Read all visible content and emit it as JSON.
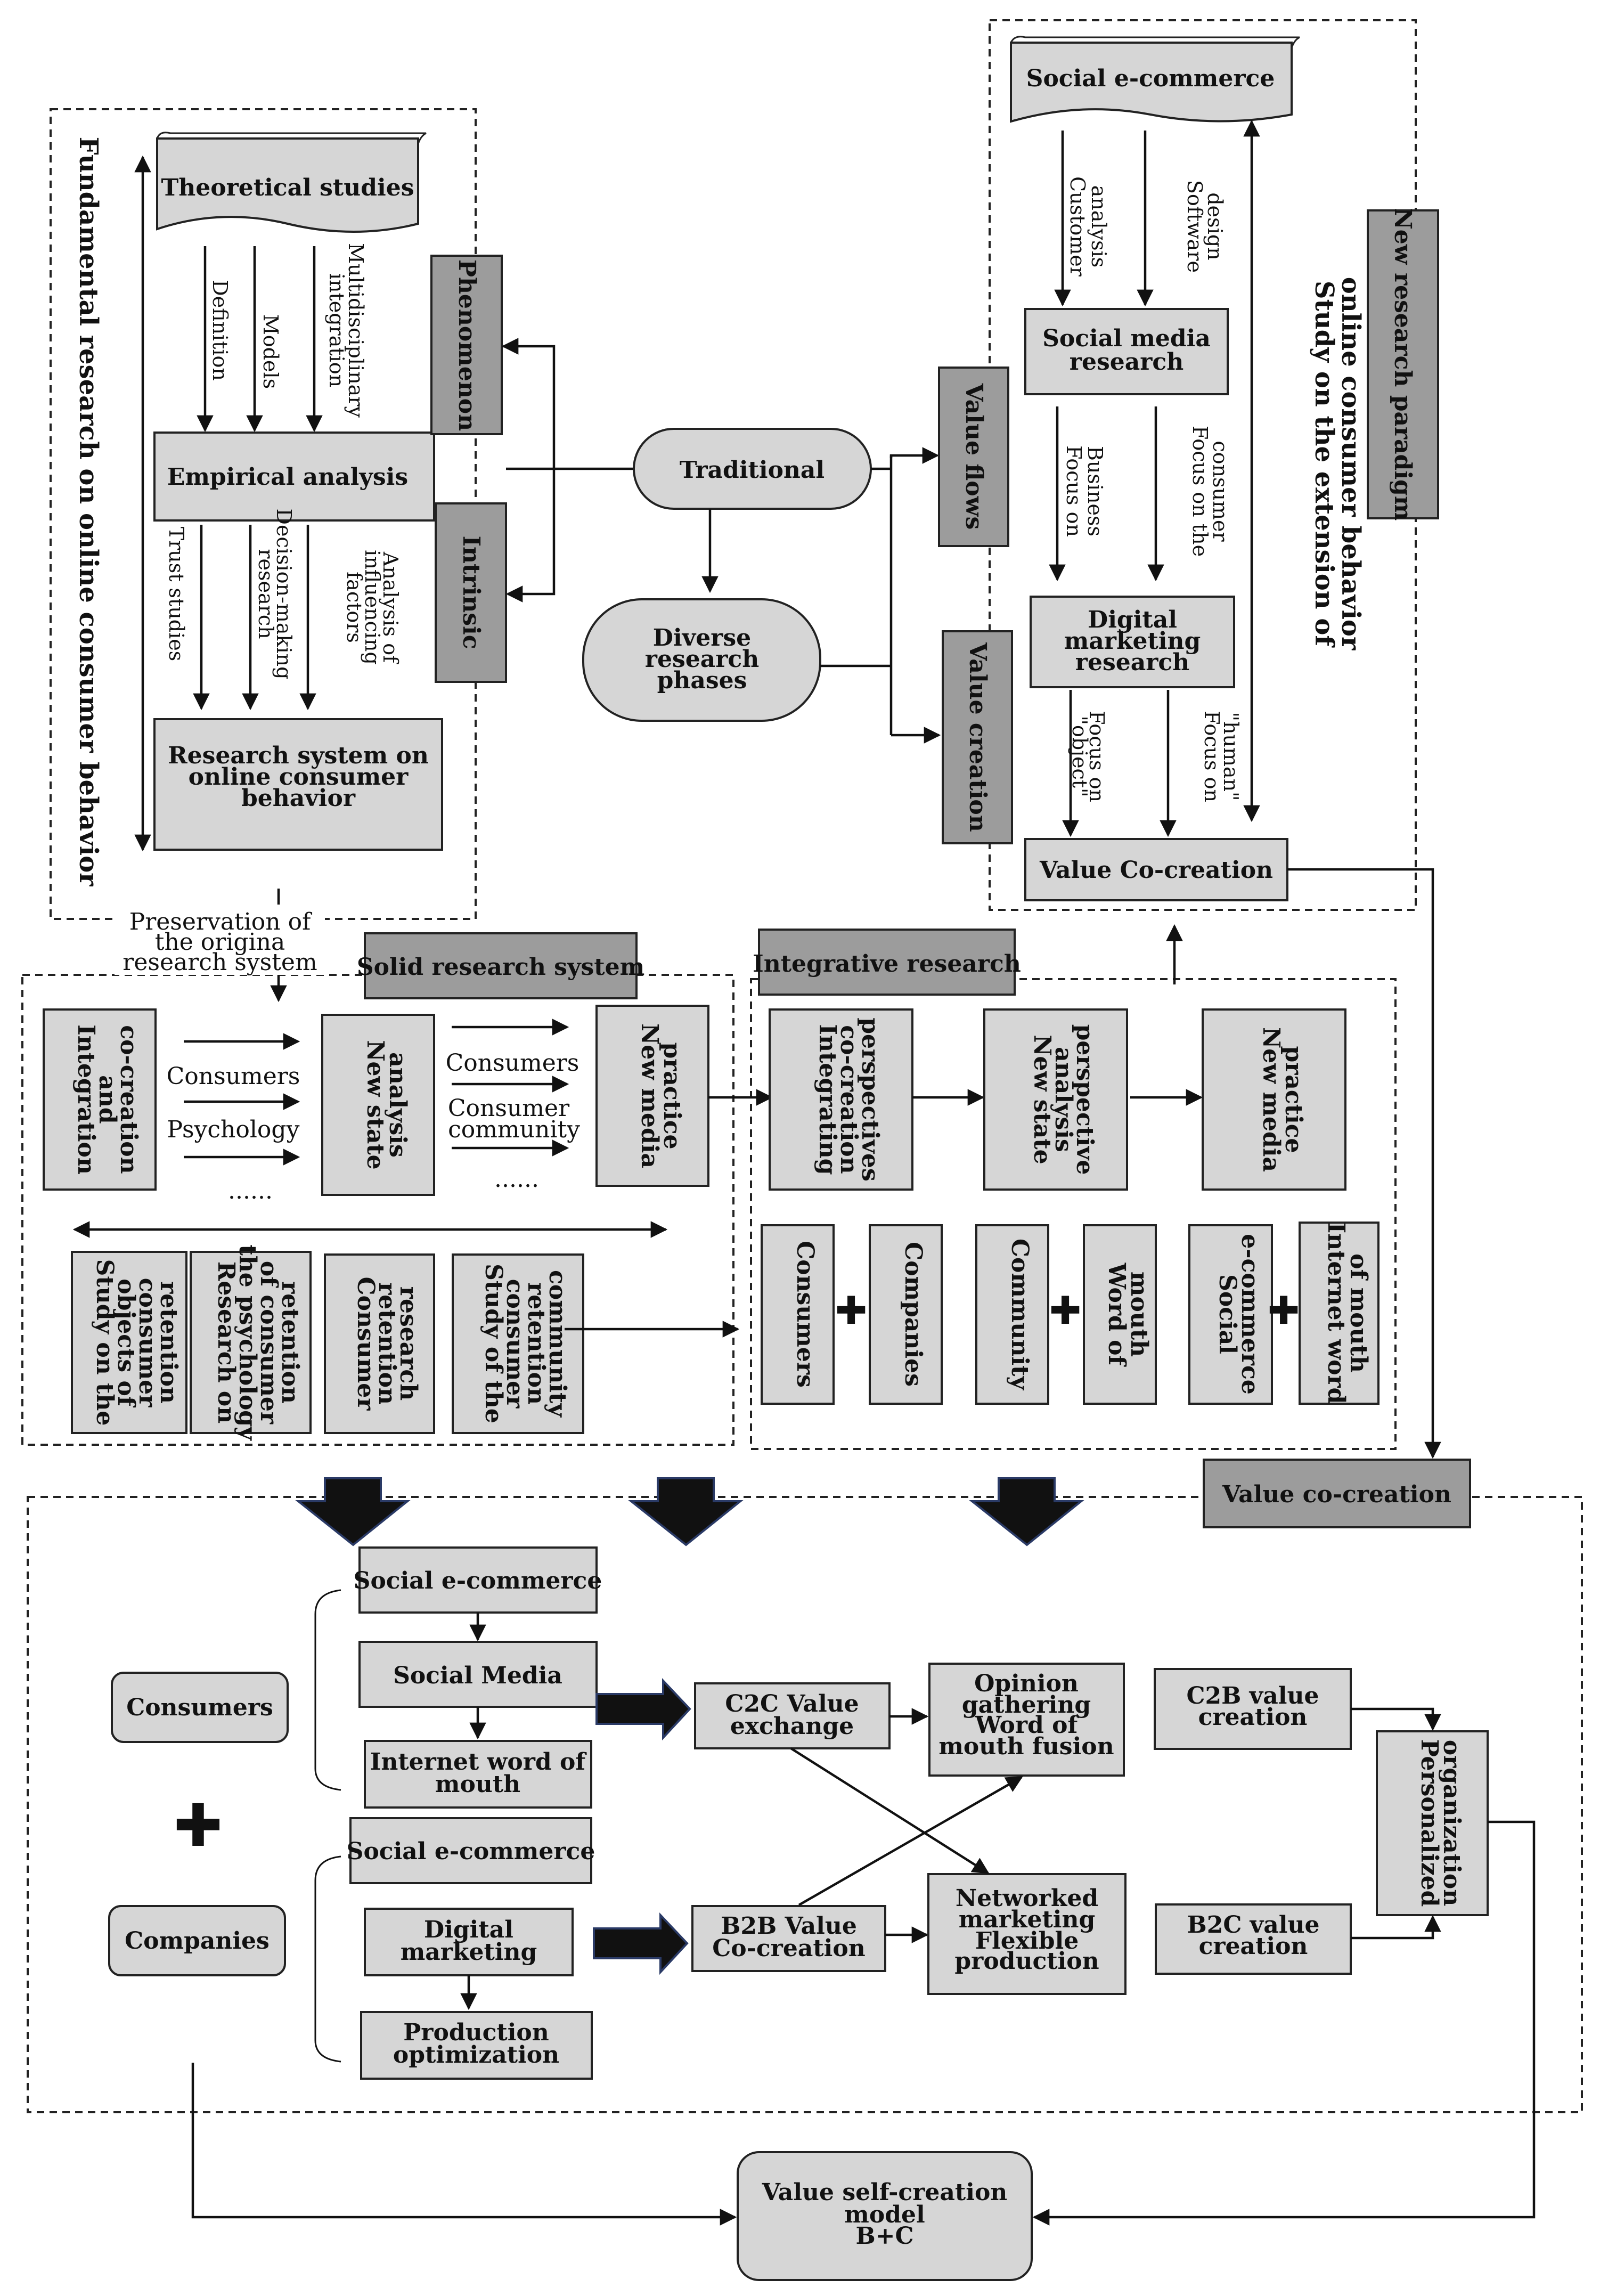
{
  "top_left": {
    "title": "Fundamental research on online consumer behavior",
    "theoretical": "Theoretical studies",
    "edge_definition": "Definition",
    "edge_models": "Models",
    "edge_multi": [
      "Multidisciplinary",
      "integration"
    ],
    "empirical": "Empirical analysis",
    "edge_trust": "Trust studies",
    "edge_decision": [
      "Decision-making",
      "research"
    ],
    "edge_analysis": [
      "Analysis of",
      "influencing",
      "factors"
    ],
    "research_system": [
      "Research system on",
      "online consumer",
      "behavior"
    ],
    "phenomenon": "Phenomenon",
    "intrinsic": "Intrinsic"
  },
  "center": {
    "traditional": "Traditional",
    "diverse": [
      "Diverse",
      "research",
      "phases"
    ],
    "value_flows": "Value flows",
    "value_creation": "Value creation"
  },
  "top_right": {
    "social_ecommerce": "Social e-commerce",
    "edge_customer": [
      "Customer",
      "analysis"
    ],
    "edge_software": [
      "Software",
      "design"
    ],
    "social_media_research": [
      "Social media",
      "research"
    ],
    "edge_business": [
      "Focus on",
      "Business"
    ],
    "edge_consumer": [
      "Focus on the",
      "consumer"
    ],
    "digital_marketing_research": [
      "Digital",
      "marketing",
      "research"
    ],
    "edge_object": [
      "Focus on",
      "\"object\""
    ],
    "edge_human": [
      "Focus on",
      "\"human\""
    ],
    "value_cocreation": "Value Co-creation",
    "study_extension": [
      "Study on the extension of",
      "online consumer behavior"
    ],
    "new_paradigm": "New research paradigm"
  },
  "middle_left": {
    "preservation": [
      "Preservation of",
      "the origina",
      "research system"
    ],
    "label": "Solid research system",
    "integration": [
      "Integration",
      "and",
      "co-creation"
    ],
    "consumers": "Consumers",
    "psychology": "Psychology",
    "dots1": "......",
    "new_state": [
      "New state",
      "analysis"
    ],
    "consumers2": "Consumers",
    "consumer_community": [
      "Consumer",
      "community"
    ],
    "dots2": "......",
    "new_media": [
      "New media",
      "practice"
    ],
    "study_objects": [
      "Study on the",
      "objects of",
      "consumer",
      "retention"
    ],
    "research_psych": [
      "Research on",
      "the psychology",
      "of consumer",
      "retention"
    ],
    "consumer_retention": [
      "Consumer",
      "retention",
      "research"
    ],
    "study_community": [
      "Study of the",
      "consumer",
      "retention",
      "community"
    ]
  },
  "middle_right": {
    "label": "Integrative research",
    "integrating": [
      "Integrating",
      "co-creation",
      "perspectives"
    ],
    "new_state": [
      "New state",
      "analysis",
      "perspective"
    ],
    "new_media": [
      "New media",
      "practice"
    ],
    "consumers": "Consumers",
    "companies": "Companies",
    "community": "Community",
    "word_of_mouth": [
      "Word of",
      "mouth"
    ],
    "social_ecommerce": [
      "Social",
      "e-commerce"
    ],
    "internet_wom": [
      "Internet word",
      "of mouth"
    ]
  },
  "bottom": {
    "value_cocreation": "Value co-creation",
    "consumers": "Consumers",
    "companies": "Companies",
    "social_ecommerce_1": "Social e-commerce",
    "social_media": "Social Media",
    "internet_wom": [
      "Internet word of",
      "mouth"
    ],
    "social_ecommerce_2": "Social e-commerce",
    "digital_marketing": [
      "Digital",
      "marketing"
    ],
    "production_opt": [
      "Production",
      "optimization"
    ],
    "c2c": [
      "C2C Value",
      "exchange"
    ],
    "b2b": [
      "B2B Value",
      "Co-creation"
    ],
    "opinion": [
      "Opinion",
      "gathering",
      "Word of",
      "mouth fusion"
    ],
    "networked": [
      "Networked",
      "marketing",
      "Flexible",
      "production"
    ],
    "c2b": [
      "C2B value",
      "creation"
    ],
    "b2c": [
      "B2C value",
      "creation"
    ],
    "personalized": [
      "Personalized",
      "organization"
    ],
    "self_creation": [
      "Value self-creation",
      "model",
      "B+C"
    ]
  }
}
